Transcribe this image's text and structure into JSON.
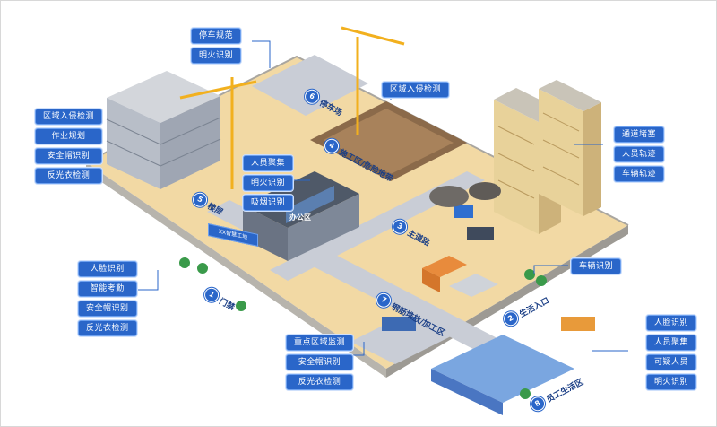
{
  "labels": {
    "parking_rules": "停车规范",
    "open_fire_top": "明火识别",
    "intrusion_center": "区域入侵检测",
    "left_intrusion": "区域入侵检测",
    "left_work_plan": "作业规划",
    "left_helmet": "安全帽识别",
    "left_vest": "反光衣检测",
    "crowd": "人员聚集",
    "open_fire_mid": "明火识别",
    "smoking": "吸烟识别",
    "blockage": "通道堵塞",
    "person_track": "人员轨迹",
    "vehicle_track": "车辆轨迹",
    "face_recog": "人脸识别",
    "smart_attendance": "智能考勤",
    "gate_helmet": "安全帽识别",
    "gate_vest": "反光衣检测",
    "key_area": "重点区域监测",
    "proc_helmet": "安全帽识别",
    "proc_vest": "反光衣检测",
    "vehicle_recog": "车辆识别",
    "live_face": "人脸识别",
    "live_crowd": "人员聚集",
    "suspicious": "可疑人员",
    "live_fire": "明火识别"
  },
  "zones": {
    "z1": {
      "num": "1",
      "text": "门禁"
    },
    "z2": {
      "num": "2",
      "text": "生活入口"
    },
    "z3": {
      "num": "3",
      "text": "主道路"
    },
    "z4": {
      "num": "4",
      "text": "施工区/危险地带"
    },
    "z5": {
      "num": "5",
      "text": "楼层"
    },
    "z6": {
      "num": "6",
      "text": "停车场"
    },
    "z7": {
      "num": "7",
      "text": "钢筋堆放/加工区"
    },
    "z8": {
      "num": "8",
      "text": "员工生活区"
    }
  },
  "signs": {
    "gate": "XX智慧工地",
    "office": "办公区"
  },
  "colors": {
    "ground": "#f2d9a4",
    "road": "#c9cdd6",
    "label_blue": "#2a66c9",
    "crane": "#f2b01e"
  }
}
